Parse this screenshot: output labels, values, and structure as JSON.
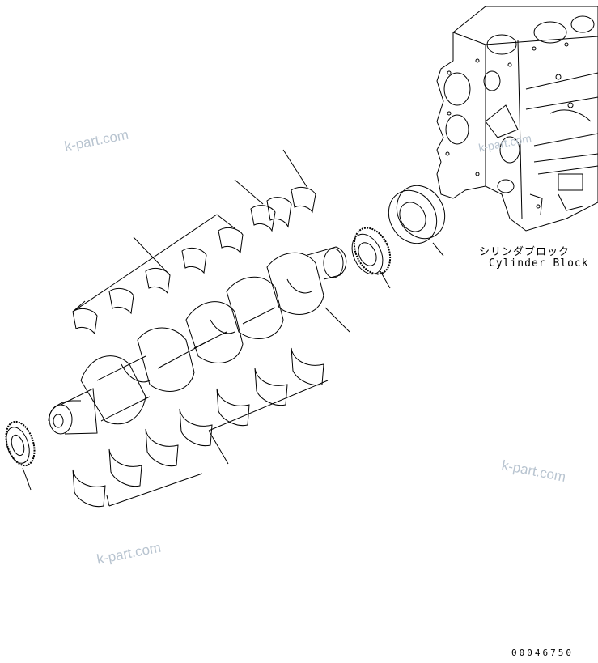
{
  "labels": {
    "block_jp": "シリンダブロック",
    "block_en": "Cylinder Block",
    "drawing_number": "00046750"
  },
  "watermarks": [
    "k-part.com",
    "k-part.com",
    "k-part.com",
    "k-part.com"
  ],
  "colors": {
    "line": "#000000",
    "watermark": "#b8c4d0",
    "background": "#ffffff"
  }
}
